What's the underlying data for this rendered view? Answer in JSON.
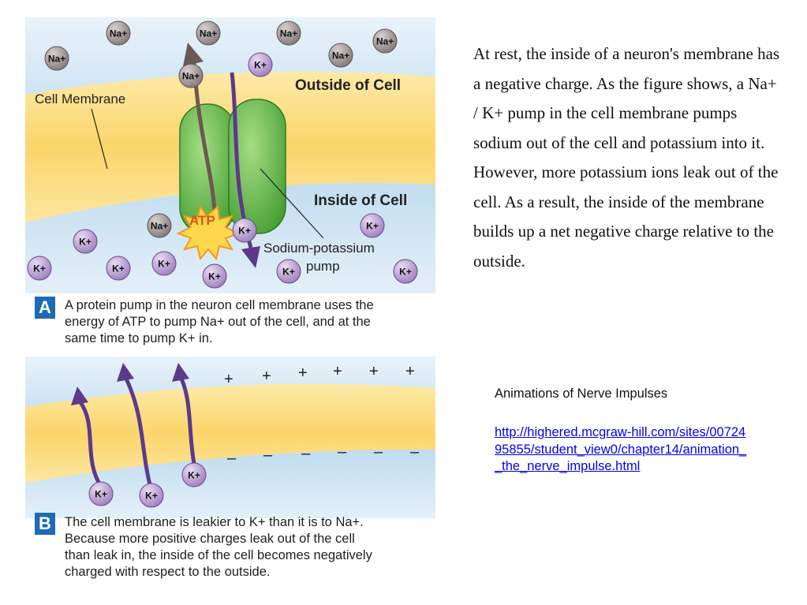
{
  "figure_a": {
    "outside_label": "Outside of Cell",
    "inside_label": "Inside of Cell",
    "membrane_label": "Cell Membrane",
    "pump_label_line1": "Sodium-potassium",
    "pump_label_line2": "pump",
    "atp_label": "ATP",
    "na_ion": "Na+",
    "k_ion": "K+",
    "panel_letter": "A",
    "caption_lines": [
      "A protein pump in the neuron cell membrane uses the",
      "energy of ATP to pump Na+ out of the cell, and at the",
      "same time to pump K+ in."
    ]
  },
  "figure_b": {
    "plus_sign": "+",
    "minus_sign": "–",
    "k_ion": "K+",
    "panel_letter": "B",
    "caption_lines": [
      "The cell membrane is leakier to K+ than it is to Na+.",
      "Because more positive charges leak out of the cell",
      "than leak in, the inside of the cell becomes negatively",
      "charged with respect to the outside."
    ]
  },
  "body_text": "At rest, the inside of a neuron's membrane has a negative charge. As the figure shows, a Na+ / K+ pump in the cell membrane pumps sodium out of the cell and potassium into it. However,  more potassium ions leak out of the cell. As a result, the inside of the membrane builds up a net negative charge relative to the outside.",
  "animation": {
    "title": "Animations of Nerve Impulses",
    "link": "http://highered.mcgraw-hill.com/sites/0072495855/student_view0/chapter14/animation__the_nerve_impulse.html"
  },
  "colors": {
    "fluid_blue": "#b9d9ee",
    "membrane_yellow": "#fbd56b",
    "pump_green": "#5fb847",
    "ion_na": "#9c9090",
    "ion_k": "#a98cc4",
    "arrow_purple": "#5b3a8c",
    "panel_blue": "#1d6cb3",
    "link_blue": "#0000ee"
  }
}
